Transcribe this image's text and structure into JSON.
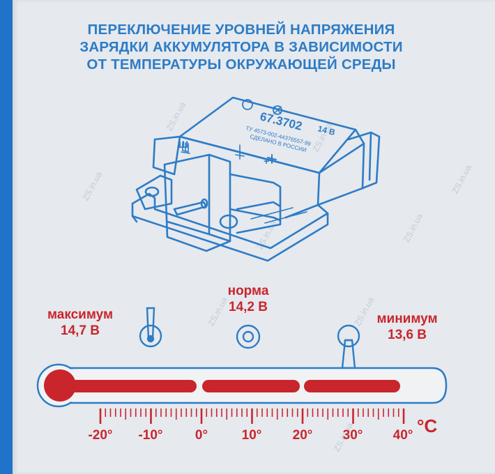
{
  "title_lines": [
    "ПЕРЕКЛЮЧЕНИЕ УРОВНЕЙ НАПРЯЖЕНИЯ",
    "ЗАРЯДКИ АККУМУЛЯТОРА В ЗАВИСИМОСТИ",
    "ОТ ТЕМПЕРАТУРЫ ОКРУЖАЮЩЕЙ СРЕДЫ"
  ],
  "device": {
    "model": "67.3702",
    "voltage": "14 В",
    "spec": "ТУ 4573-002-44376557-99",
    "made_in": "СДЕЛАНО В РОССИИ",
    "terminal_ground": "Ш",
    "terminal_plus": "+"
  },
  "modes": {
    "maximum": {
      "name": "максимум",
      "voltage": "14,7 В"
    },
    "normal": {
      "name": "норма",
      "voltage": "14,2 В"
    },
    "minimum": {
      "name": "минимум",
      "voltage": "13,6 В"
    }
  },
  "scale": {
    "labels": [
      "-20°",
      "-10°",
      "0°",
      "10°",
      "20°",
      "30°",
      "40°"
    ],
    "unit": "°С"
  },
  "watermark": "ZS.in.ua",
  "colors": {
    "blue": "#2d7cc6",
    "red": "#c9252c",
    "panel": "#e6e9ee",
    "side": "#1f73c9"
  }
}
